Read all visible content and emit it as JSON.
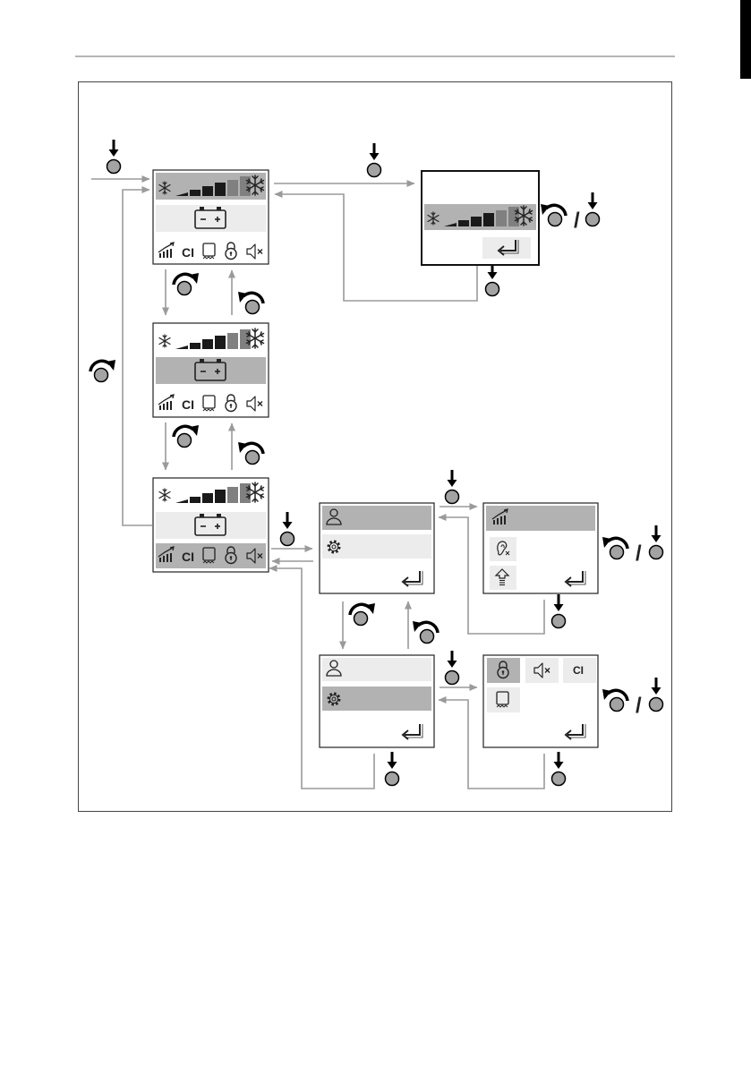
{
  "figure": {
    "kind": "display menu navigation flow",
    "controls": {
      "press": "press-knob",
      "rotate_cw": "rotate-knob-clockwise",
      "rotate_ccw": "rotate-knob-counterclockwise",
      "or_separator": "/"
    }
  },
  "screens": {
    "main_status": {
      "states": [
        "cooling-level-highlighted",
        "battery-highlighted",
        "icon-row-highlighted"
      ],
      "cooling_bar_icons": [
        "snowflake-small-icon",
        "level-bar-icon",
        "snowflake-large-icon"
      ],
      "battery_icon": "battery-icon",
      "bottom_icons": [
        "signal-graph-icon",
        "ci-text",
        "display-icon",
        "lock-icon",
        "mute-icon"
      ],
      "ci_text": "CI"
    },
    "cooling_edit": {
      "icons": [
        "snowflake-small-icon",
        "level-bar-icon",
        "snowflake-large-icon",
        "enter-icon"
      ]
    },
    "main_menu": {
      "items": [
        {
          "icon": "user-icon"
        },
        {
          "icon": "settings-gear-icon"
        }
      ],
      "enter_icon": "enter-icon"
    },
    "user_menu": {
      "items": [
        {
          "icon": "signal-graph-icon"
        },
        {
          "icon": "hearing-off-icon"
        },
        {
          "icon": "up-arrow-icon"
        }
      ],
      "enter_icon": "enter-icon"
    },
    "settings_menu": {
      "items": [
        {
          "icon": "lock-icon"
        },
        {
          "icon": "mute-icon"
        },
        {
          "icon": "ci-text"
        },
        {
          "icon": "display-icon"
        }
      ],
      "ci_text": "CI",
      "enter_icon": "enter-icon"
    }
  },
  "colors": {
    "highlight": "#b2b2b2",
    "panel_row": "#ececec",
    "arrow": "#9a9a9a",
    "knob": "#a3a3a3",
    "frame": "#444444"
  }
}
